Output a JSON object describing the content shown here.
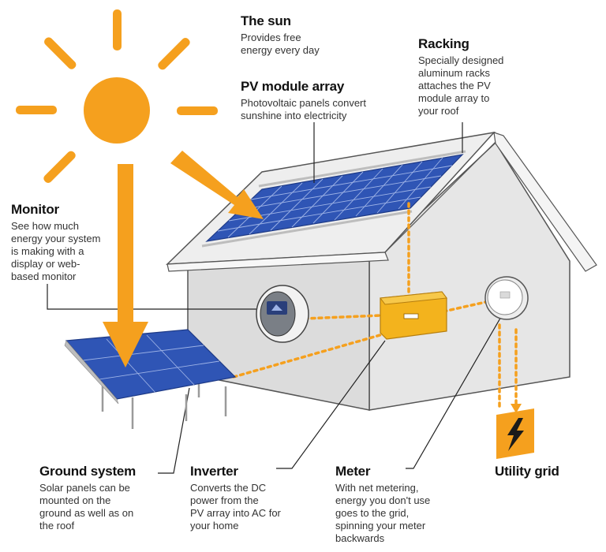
{
  "colors": {
    "sun": "#F5A01E",
    "panel": "#2F55B5",
    "panel_grid": "#9EB3E6",
    "house_wall": "#E1E1E1",
    "house_outline": "#555555",
    "inverter": "#F3B31D",
    "connector": "#F5A01E"
  },
  "labels": {
    "sun": {
      "title": "The sun",
      "desc": "Provides free\nenergy every day"
    },
    "pv": {
      "title": "PV module array",
      "desc": "Photovoltaic panels convert\nsunshine into electricity"
    },
    "racking": {
      "title": "Racking",
      "desc": "Specially designed\naluminum racks\nattaches the PV\nmodule array to\nyour roof"
    },
    "monitor": {
      "title": "Monitor",
      "desc": "See how much\nenergy your system\nis making with a\ndisplay or web-\nbased monitor"
    },
    "ground": {
      "title": "Ground system",
      "desc": "Solar panels can be\nmounted on the\nground as well as on\nthe roof"
    },
    "inverter": {
      "title": "Inverter",
      "desc": "Converts the DC\npower from the\nPV array into AC for\nyour home"
    },
    "meter": {
      "title": "Meter",
      "desc": "With net metering,\nenergy you don't use\ngoes to the grid,\nspinning your meter\nbackwards"
    },
    "utility": {
      "title": "Utility grid"
    }
  },
  "icons": [
    "sun-icon",
    "lightning-bolt-icon"
  ]
}
